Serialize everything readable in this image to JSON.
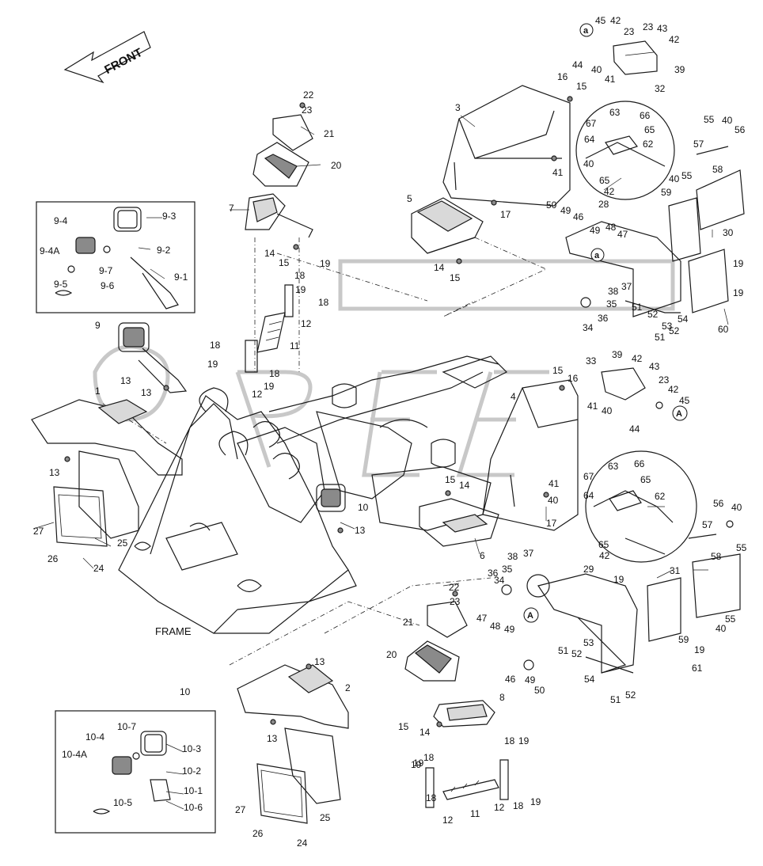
{
  "diagram": {
    "front_label": "FRONT",
    "frame_label": "FRAME",
    "ref_a_lower": "a",
    "ref_a_upper": "A",
    "labels": [
      "45",
      "42",
      "23",
      "23",
      "43",
      "42",
      "44",
      "39",
      "40",
      "41",
      "32",
      "16",
      "15",
      "3",
      "41",
      "40",
      "63",
      "66",
      "67",
      "65",
      "64",
      "62",
      "65",
      "42",
      "55",
      "40",
      "56",
      "57",
      "58",
      "55",
      "40",
      "59",
      "30",
      "5",
      "17",
      "14",
      "15",
      "50",
      "49",
      "46",
      "28",
      "49",
      "48",
      "47",
      "38",
      "37",
      "35",
      "34",
      "36",
      "51",
      "52",
      "53",
      "54",
      "52",
      "51",
      "19",
      "19",
      "60",
      "22",
      "23",
      "21",
      "20",
      "7",
      "14",
      "15",
      "19",
      "18",
      "18",
      "19",
      "12",
      "11",
      "18",
      "19",
      "12",
      "18",
      "19",
      "9-4",
      "9-3",
      "9-4A",
      "9-7",
      "9-2",
      "9-5",
      "9-6",
      "9-1",
      "9",
      "13",
      "13",
      "1",
      "13",
      "27",
      "26",
      "24",
      "25",
      "13",
      "10",
      "15",
      "16",
      "33",
      "39",
      "42",
      "43",
      "23",
      "42",
      "45",
      "41",
      "40",
      "44",
      "4",
      "15",
      "14",
      "41",
      "40",
      "17",
      "6",
      "63",
      "66",
      "67",
      "65",
      "64",
      "62",
      "65",
      "42",
      "56",
      "40",
      "55",
      "57",
      "58",
      "31",
      "19",
      "55",
      "40",
      "59",
      "19",
      "61",
      "34",
      "36",
      "35",
      "38",
      "37",
      "29",
      "22",
      "23",
      "21",
      "47",
      "48",
      "49",
      "20",
      "53",
      "51",
      "52",
      "54",
      "51",
      "52",
      "46",
      "49",
      "50",
      "13",
      "2",
      "13",
      "8",
      "15",
      "14",
      "19",
      "18",
      "18",
      "19",
      "19",
      "18",
      "12",
      "11",
      "12",
      "18",
      "19",
      "27",
      "25",
      "26",
      "24",
      "10",
      "10-4",
      "10-7",
      "10-3",
      "10-4A",
      "10-2",
      "10-1",
      "10-5",
      "10-6"
    ]
  }
}
